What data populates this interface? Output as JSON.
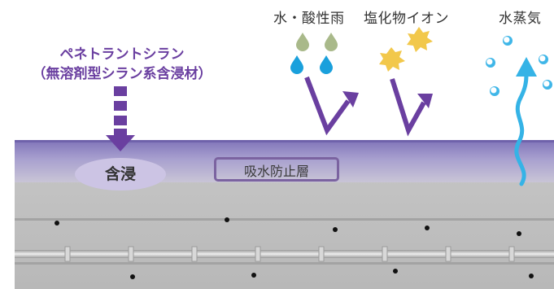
{
  "product": {
    "name": "ペネトラントシラン",
    "subtitle": "（無溶剤型シラン系含浸材）"
  },
  "hazards": {
    "water_acid_rain": "水・酸性雨",
    "chloride_ion": "塩化物イオン",
    "water_vapor": "水蒸気"
  },
  "infiltration_label": "含浸",
  "water_repellent_layer_label": "吸水防止層",
  "colors": {
    "brand_purple": "#6a3fa0",
    "arrow_purple": "#6a3fa0",
    "surface_band": "#8b7fc0",
    "concrete": "#bdbdbd",
    "drop_green": "#a9b98a",
    "drop_blue": "#1aa0dc",
    "star_yellow": "#f2c84b",
    "vapor_blue": "#35b3e6"
  }
}
